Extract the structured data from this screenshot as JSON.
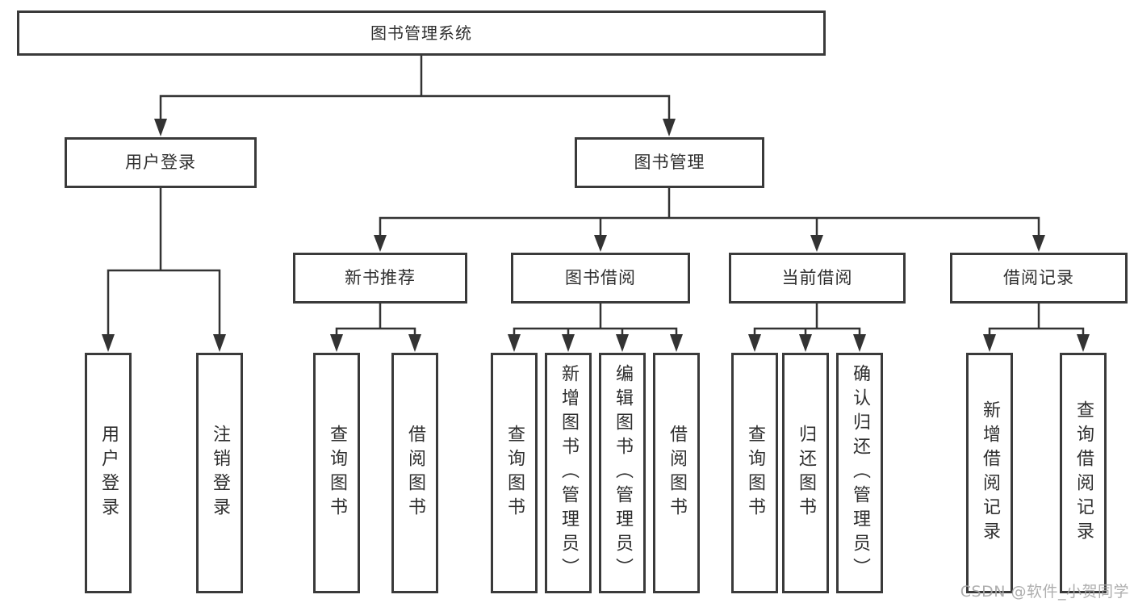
{
  "diagram": {
    "root": {
      "label": "图书管理系统"
    },
    "level2": [
      {
        "label": "用户登录",
        "children": [
          {
            "label": "用户登录"
          },
          {
            "label": "注销登录"
          }
        ]
      },
      {
        "label": "图书管理",
        "children": [
          {
            "label": "新书推荐",
            "children": [
              {
                "label": "查询图书"
              },
              {
                "label": "借阅图书"
              }
            ]
          },
          {
            "label": "图书借阅",
            "children": [
              {
                "label": "查询图书"
              },
              {
                "label": "新增图书（管理员）"
              },
              {
                "label": "编辑图书（管理员）"
              },
              {
                "label": "借阅图书"
              }
            ]
          },
          {
            "label": "当前借阅",
            "children": [
              {
                "label": "查询图书"
              },
              {
                "label": "归还图书"
              },
              {
                "label": "确认归还（管理员）"
              }
            ]
          },
          {
            "label": "借阅记录",
            "children": [
              {
                "label": "新增借阅记录"
              },
              {
                "label": "查询借阅记录"
              }
            ]
          }
        ]
      }
    ]
  },
  "watermark": "CSDN @软件_小贺同学",
  "colors": {
    "line": "#333333",
    "box_border": "#3a3a3a",
    "text": "#2f2f2f",
    "watermark": "#a6a6a6",
    "background": "#ffffff"
  }
}
